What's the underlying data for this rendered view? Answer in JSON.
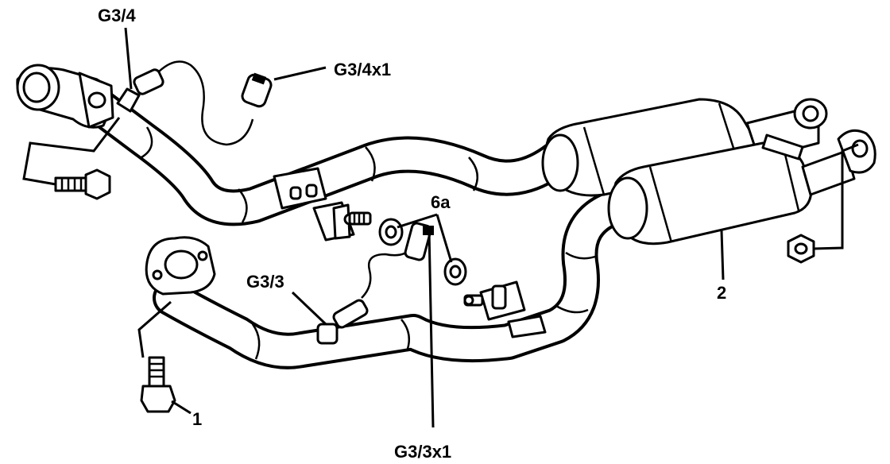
{
  "labels": {
    "g34": "G3/4",
    "g34x1": "G3/4x1",
    "g33": "G3/3",
    "g33x1": "G3/3x1",
    "p6a": "6a",
    "p1": "1",
    "p2": "2"
  },
  "colors": {
    "ink": "#000000",
    "paper": "#ffffff"
  }
}
